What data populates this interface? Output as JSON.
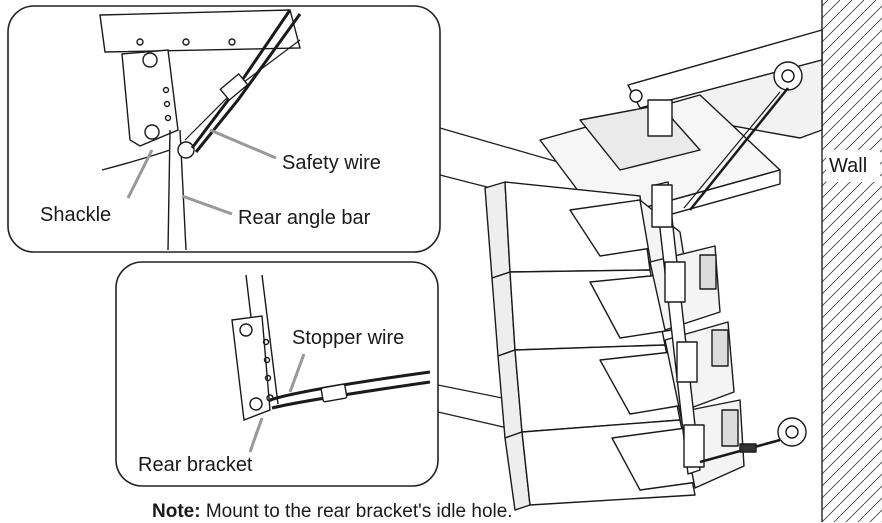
{
  "callouts": {
    "safety_wire": "Safety wire",
    "shackle": "Shackle",
    "rear_angle_bar": "Rear angle bar",
    "stopper_wire": "Stopper wire",
    "rear_bracket": "Rear bracket",
    "wall": "Wall"
  },
  "note": {
    "prefix": "Note:",
    "text": " Mount to the rear bracket's idle hole."
  }
}
